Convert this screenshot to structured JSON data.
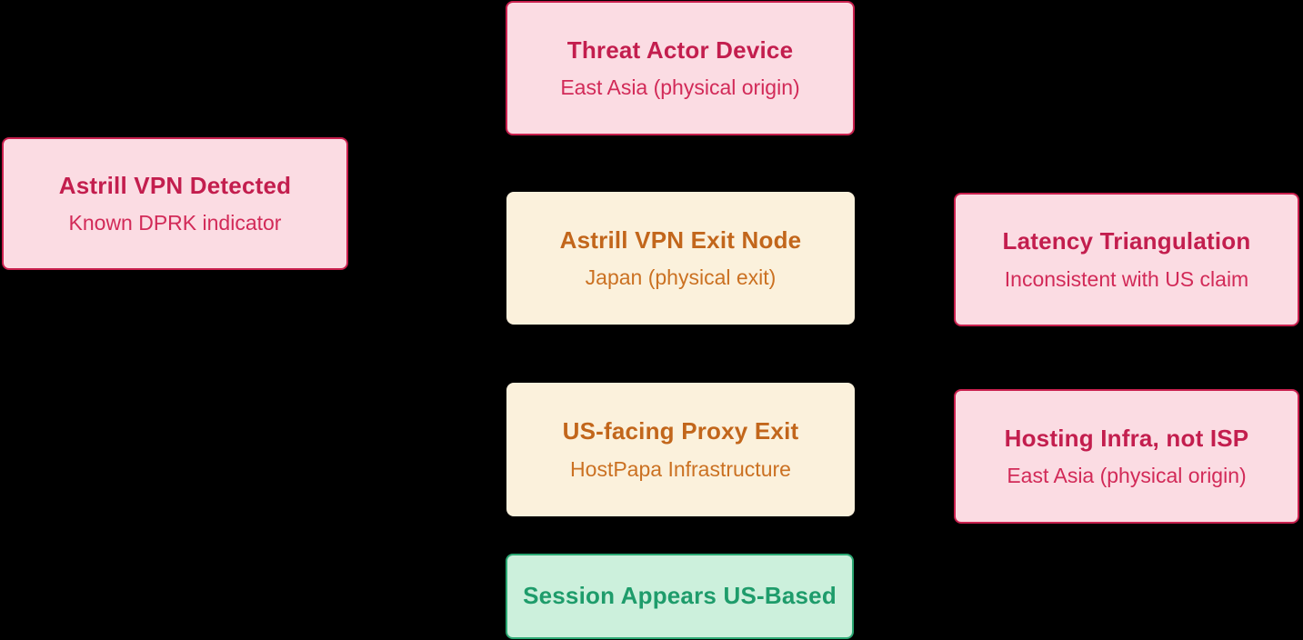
{
  "diagram": {
    "background_color": "#000000",
    "nodes": {
      "threat_actor": {
        "title": "Threat Actor Device",
        "subtitle": "East Asia (physical origin)",
        "variant": "pink"
      },
      "astrill_detected": {
        "title": "Astrill VPN Detected",
        "subtitle": "Known DPRK indicator",
        "variant": "pink"
      },
      "astrill_exit": {
        "title": "Astrill VPN Exit Node",
        "subtitle": "Japan (physical exit)",
        "variant": "cream"
      },
      "latency": {
        "title": "Latency Triangulation",
        "subtitle": "Inconsistent with US claim",
        "variant": "pink"
      },
      "proxy_exit": {
        "title": "US-facing Proxy Exit",
        "subtitle": "HostPapa Infrastructure",
        "variant": "cream"
      },
      "hosting_infra": {
        "title": "Hosting Infra, not ISP",
        "subtitle": "East Asia (physical origin)",
        "variant": "pink"
      },
      "session": {
        "title": "Session Appears US-Based",
        "variant": "green"
      }
    },
    "palette": {
      "pink_background": "#fbdce3",
      "pink_border": "#c9204e",
      "pink_title": "#c31e4e",
      "pink_subtitle": "#d22a58",
      "cream_background": "#fbf1dc",
      "cream_title": "#c2661b",
      "cream_subtitle": "#cb7122",
      "green_background": "#ccf0dc",
      "green_border": "#2ba873",
      "green_title": "#1e9c6b"
    }
  }
}
